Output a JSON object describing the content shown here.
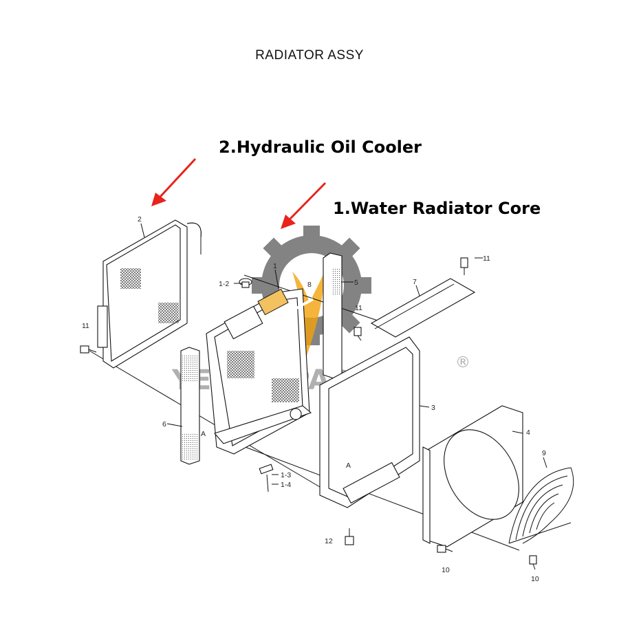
{
  "title": "RADIATOR ASSY",
  "callouts": {
    "hydraulic": "2.Hydraulic Oil Cooler",
    "water": "1.Water Radiator Core"
  },
  "watermark": {
    "text": "YEARN PARTS",
    "registered": "®"
  },
  "labels": {
    "p1": "1",
    "p1_2": "1-2",
    "p1_3": "1-3",
    "p1_4": "1-4",
    "p2": "2",
    "p3": "3",
    "p4": "4",
    "p5": "5",
    "p6": "6",
    "p7": "7",
    "p8": "8",
    "p9": "9",
    "p10a": "10",
    "p10b": "10",
    "p11a": "11",
    "p11b": "11",
    "p11c": "11",
    "p12": "12",
    "a1": "A",
    "a2": "A"
  },
  "colors": {
    "arrow": "#e8231c",
    "gear": "#5a5a5a",
    "flame": "#f2a20c"
  }
}
